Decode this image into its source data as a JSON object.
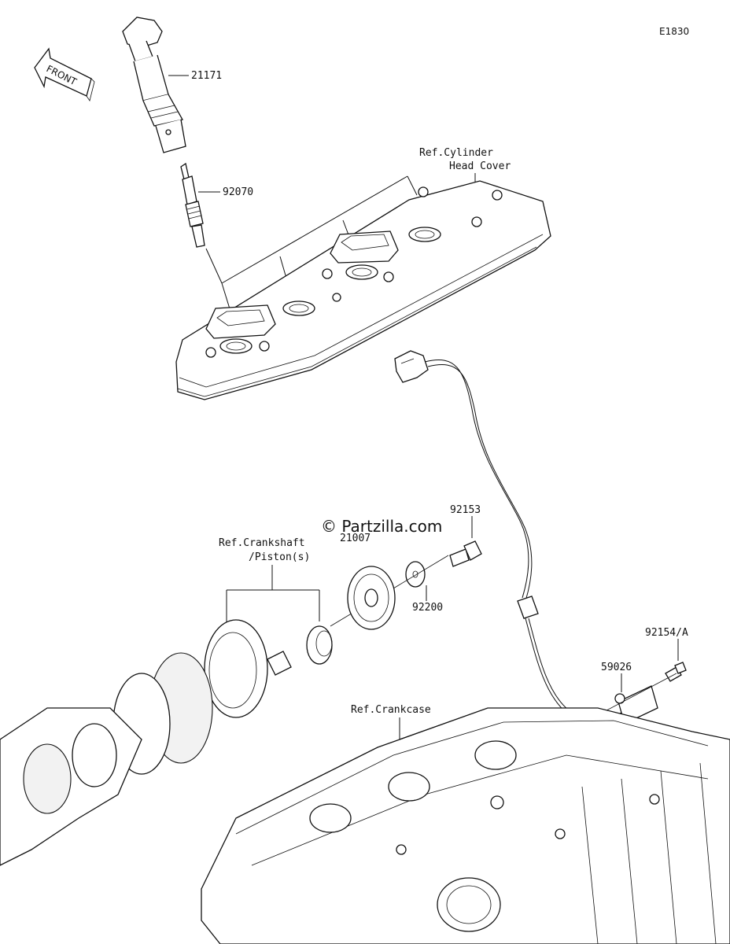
{
  "diagram_code": "E1830",
  "front_label": "FRONT",
  "watermark": "© Partzilla.com",
  "parts": {
    "ignition_coil": "21171",
    "spark_plug": "92070",
    "rotor": "21007",
    "bolt": "92153",
    "washer": "92200",
    "sensor": "59026",
    "sensor_bolt": "92154/A"
  },
  "refs": {
    "cylinder_head_cover_line1": "Ref.Cylinder",
    "cylinder_head_cover_line2": "Head Cover",
    "crankshaft_line1": "Ref.Crankshaft",
    "crankshaft_line2": "/Piston(s)",
    "crankcase": "Ref.Crankcase"
  }
}
